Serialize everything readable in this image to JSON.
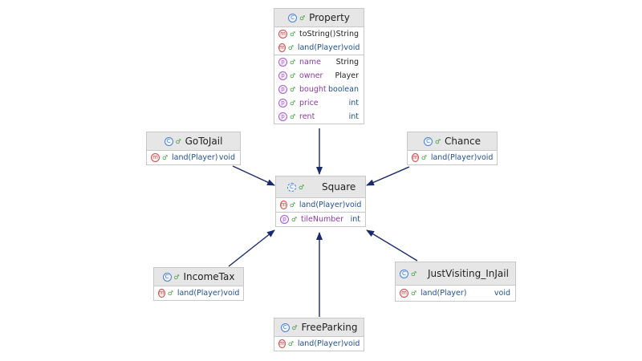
{
  "classes": {
    "property": {
      "name": "Property",
      "badge": "C",
      "visibility": "♂",
      "methods": [
        {
          "name": "toString()",
          "type": "String"
        },
        {
          "name": "land(Player)",
          "type": "void"
        }
      ],
      "properties": [
        {
          "name": "name",
          "type": "String"
        },
        {
          "name": "owner",
          "type": "Player"
        },
        {
          "name": "bought",
          "type": "boolean"
        },
        {
          "name": "price",
          "type": "int"
        },
        {
          "name": "rent",
          "type": "int"
        }
      ]
    },
    "gotojail": {
      "name": "GoToJail",
      "badge": "C",
      "visibility": "♂",
      "methods": [
        {
          "name": "land(Player)",
          "type": "void"
        }
      ]
    },
    "chance": {
      "name": "Chance",
      "badge": "C",
      "visibility": "♂",
      "methods": [
        {
          "name": "land(Player)",
          "type": "void"
        }
      ]
    },
    "square": {
      "name": "Square",
      "badge": "C",
      "visibility": "♂",
      "methods": [
        {
          "name": "land(Player)",
          "type": "void"
        }
      ],
      "properties": [
        {
          "name": "tileNumber",
          "type": "int"
        }
      ]
    },
    "incometax": {
      "name": "IncomeTax",
      "badge": "C",
      "visibility": "♂",
      "methods": [
        {
          "name": "land(Player)",
          "type": "void"
        }
      ]
    },
    "justvisiting": {
      "name": "JustVisiting_InJail",
      "badge": "C",
      "visibility": "♂",
      "methods": [
        {
          "name": "land(Player)",
          "type": "void"
        }
      ]
    },
    "freeparking": {
      "name": "FreeParking",
      "badge": "C",
      "visibility": "♂",
      "methods": [
        {
          "name": "land(Player)",
          "type": "void"
        }
      ]
    }
  },
  "badges": {
    "method": "m",
    "property": "p"
  },
  "colors": {
    "arrow": "#1a2a6e",
    "header_bg": "#e6e6e6",
    "border": "#c8c8c8",
    "type_blue": "#1f4f8f",
    "prop_purple": "#8a3aa8"
  }
}
